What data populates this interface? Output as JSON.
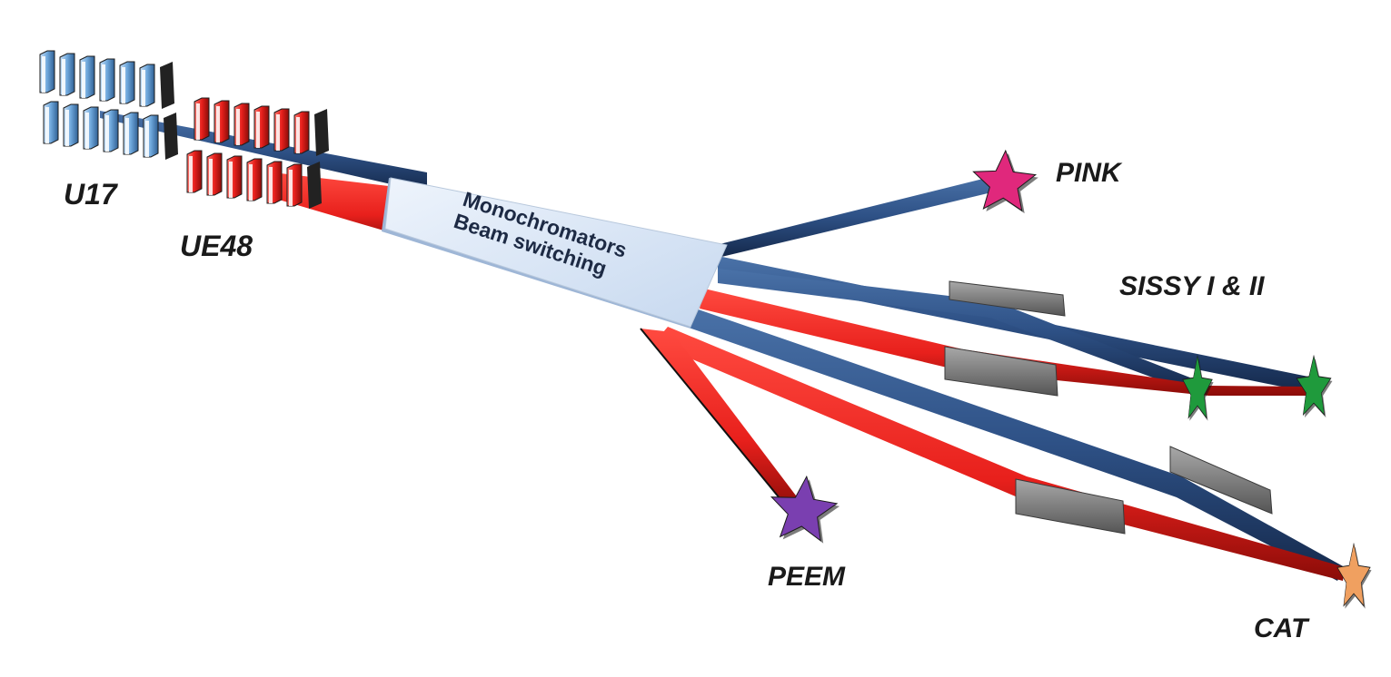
{
  "sources": {
    "u17": {
      "label": "U17",
      "color": "#6fa8dc"
    },
    "ue48": {
      "label": "UE48",
      "color": "#e8201c"
    }
  },
  "monochromator": {
    "line1": "Monochromators",
    "line2": "Beam switching"
  },
  "endstations": {
    "pink": {
      "label": "PINK",
      "star_color": "#e0287c"
    },
    "sissy": {
      "label": "SISSY I & II",
      "star_color": "#1f9a3c"
    },
    "peem": {
      "label": "PEEM",
      "star_color": "#7a3fb0"
    },
    "cat": {
      "label": "CAT",
      "star_color": "#f0a060"
    }
  },
  "beam_colors": {
    "blue": "#2e5186",
    "red": "#e8201c",
    "mirror": "#8a8a8a"
  }
}
